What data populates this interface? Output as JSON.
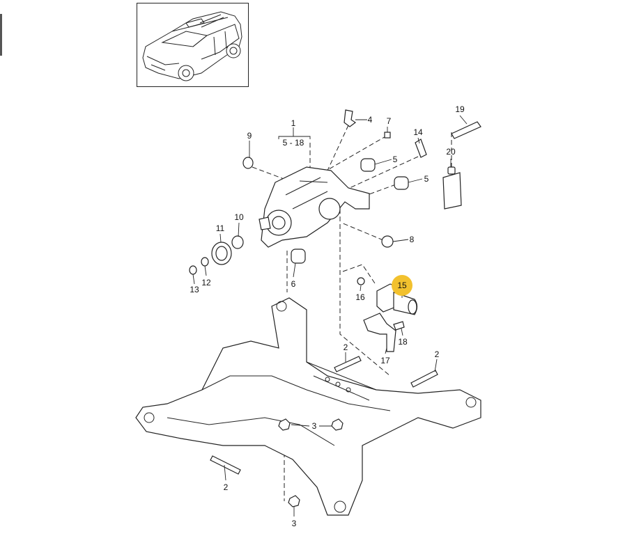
{
  "highlight_color": "#f2c12e",
  "selected_part": "15",
  "callouts": {
    "p1": "1",
    "range": "5 - 18",
    "p2a": "2",
    "p2b": "2",
    "p2c": "2",
    "p3a": "3",
    "p3b": "3",
    "p4": "4",
    "p5a": "5",
    "p5b": "5",
    "p6": "6",
    "p7": "7",
    "p8": "8",
    "p9": "9",
    "p10": "10",
    "p11": "11",
    "p12": "12",
    "p13": "13",
    "p14": "14",
    "p15": "15",
    "p16": "16",
    "p17": "17",
    "p18": "18",
    "p19": "19",
    "p20": "20"
  }
}
